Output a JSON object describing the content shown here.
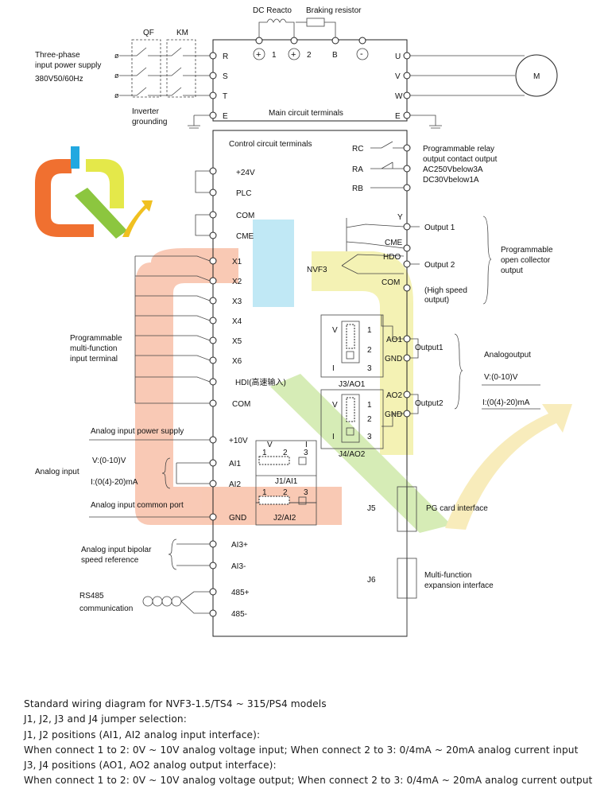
{
  "main": {
    "dc_reactor": "DC Reacto",
    "braking_resistor": "Braking resistor",
    "qf": "QF",
    "km": "KM",
    "input_supply_lines": [
      "Three-phase",
      "input power supply",
      "380V50/60Hz"
    ],
    "inverter_grounding": [
      "Inverter",
      "grounding"
    ],
    "left_terminals": [
      "R",
      "S",
      "T",
      "E"
    ],
    "top_terminals": [
      "1",
      "2",
      "B"
    ],
    "right_terminals": [
      "U",
      "V",
      "W",
      "E"
    ],
    "main_circuit_terminals": "Main circuit terminals",
    "motor": "M"
  },
  "control": {
    "title": "Control circuit terminals",
    "left_terminals": [
      "+24V",
      "PLC",
      "COM",
      "CME",
      "X1",
      "X2",
      "X3",
      "X4",
      "X5",
      "X6",
      "HDI(高速输入)",
      "COM",
      "+10V",
      "AI1",
      "AI2",
      "GND",
      "AI3+",
      "AI3-",
      "485+",
      "485-"
    ],
    "relay_terminals": [
      "RC",
      "RA",
      "RB"
    ],
    "relay_description": [
      "Programmable relay",
      "output contact output",
      "AC250Vbelow3A",
      "DC30Vbelow1A"
    ],
    "oc_terminals": [
      "Y",
      "CME",
      "HDO",
      "COM"
    ],
    "nvf3": "NVF3",
    "output1": "Output 1",
    "output2": "Output 2",
    "high_speed": [
      "(High speed",
      "output)"
    ],
    "oc_description": [
      "Programmable",
      "open collector",
      "output"
    ],
    "ao_terminals": [
      "AO1",
      "GND",
      "AO2",
      "GND"
    ],
    "ao_output1": "Output1",
    "ao_output2": "Output2",
    "analog_output_title": "Analogoutput",
    "analog_output_v": "V:(0-10)V",
    "analog_output_i": "I:(0(4)-20)mA",
    "jumper_v": "V",
    "jumper_i": "I",
    "jumper_numbers": [
      "1",
      "2",
      "3"
    ],
    "j3_label": "J3/AO1",
    "j4_label": "J4/AO2",
    "j1_label": "J1/AI1",
    "j2_label": "J2/AI2",
    "j5": "J5",
    "j6": "J6",
    "pg_card": "PG card interface",
    "multi_function_expansion": [
      "Multi-function",
      "expansion interface"
    ],
    "programmable_input": [
      "Programmable",
      "multi-function",
      "input terminal"
    ],
    "analog_input_power": "Analog input power supply",
    "analog_input": "Analog input",
    "analog_input_v": "V:(0-10)V",
    "analog_input_i": "I:(0(4)-20)mA",
    "analog_common": "Analog input common port",
    "bipolar": [
      "Analog input bipolar",
      "speed reference"
    ],
    "rs485": [
      "RS485",
      "communication"
    ]
  },
  "notes": [
    "Standard wiring diagram for NVF3-1.5/TS4 ~ 315/PS4 models",
    "J1, J2, J3 and J4 jumper selection:",
    "J1, J2 positions (AI1, AI2 analog input interface):",
    "When connect 1 to 2: 0V ~ 10V analog voltage input; When connect 2 to 3: 0/4mA ~ 20mA analog current input",
    "J3, J4 positions (AO1, AO2 analog output interface):",
    "When connect 1 to 2: 0V ~ 10V analog voltage output; When connect 2 to 3: 0/4mA ~ 20mA analog current output"
  ],
  "colors": {
    "watermark_orange": "#f5a88a",
    "watermark_yellow": "#f0ee9a",
    "watermark_green": "#c8e6a0",
    "watermark_blue": "#a8def0",
    "logo_orange": "#f07030",
    "logo_blue": "#22a8e0",
    "logo_yellow": "#e4e84a",
    "logo_green": "#8cc63f"
  }
}
